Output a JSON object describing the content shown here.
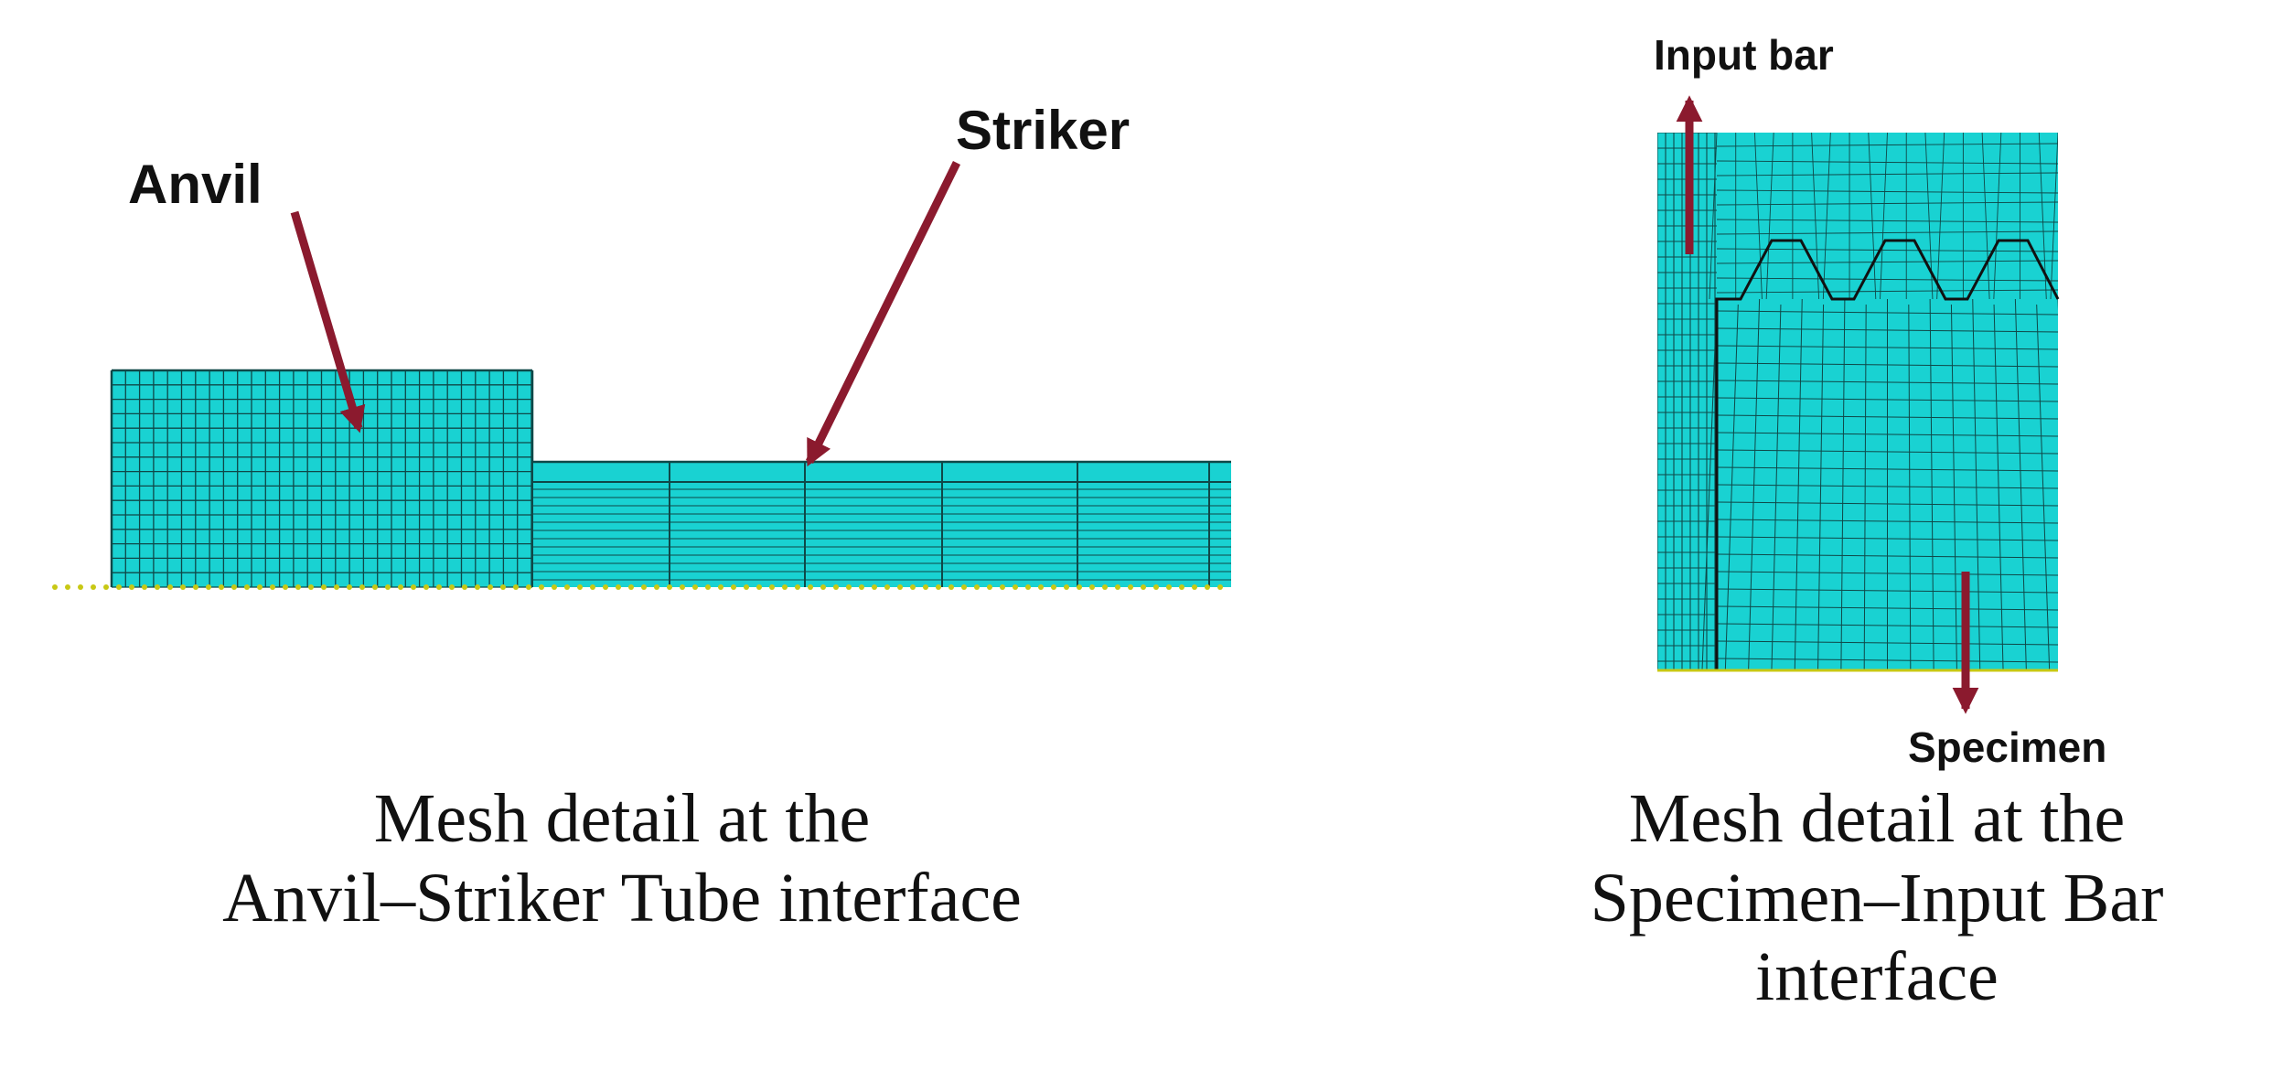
{
  "left_panel": {
    "labels": {
      "anvil": "Anvil",
      "striker": "Striker"
    },
    "caption_lines": [
      "Mesh detail at the",
      "Anvil–Striker Tube interface"
    ]
  },
  "right_panel": {
    "labels": {
      "input_bar": "Input bar",
      "specimen": "Specimen"
    },
    "caption_lines": [
      "Mesh detail at the",
      "Specimen–Input Bar",
      "interface"
    ]
  },
  "colors": {
    "mesh_fill": "#19d2d2",
    "mesh_line": "#0f4848",
    "arrow": "#8b1a2e",
    "axis_dots": "#c8c814"
  }
}
